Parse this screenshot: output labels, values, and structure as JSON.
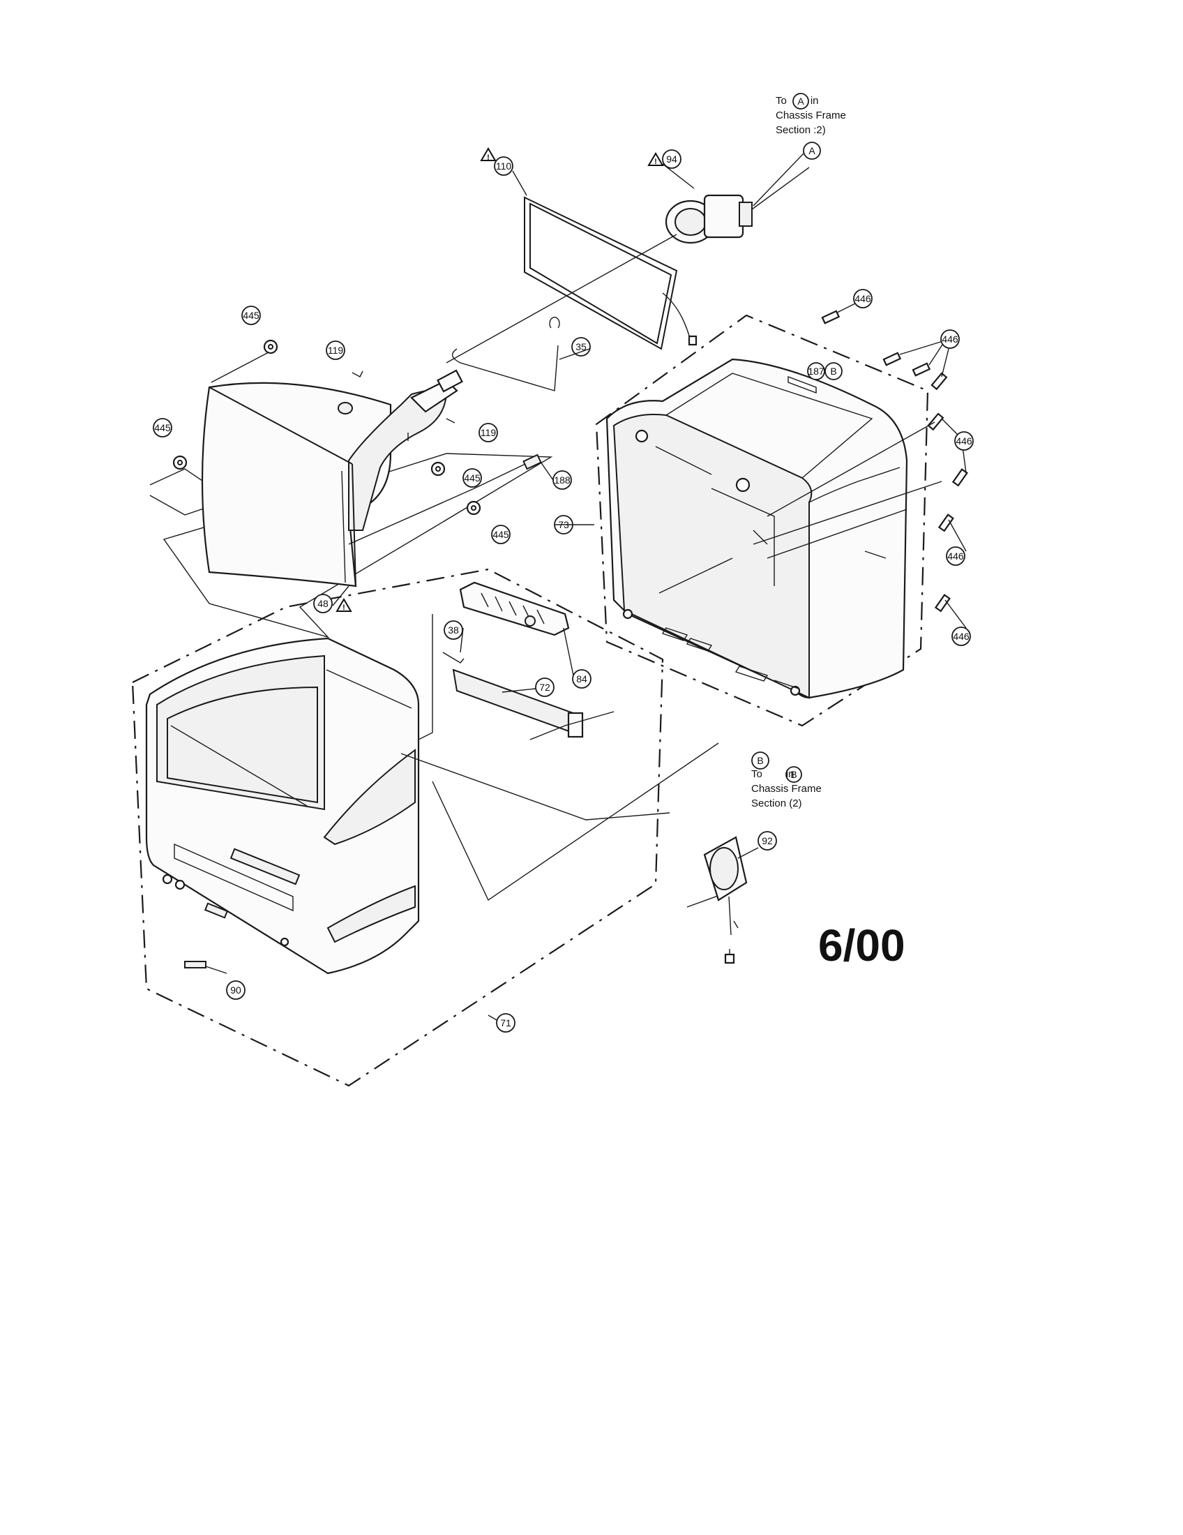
{
  "callouts": {
    "c110": "110",
    "c94": "94",
    "cA": "A",
    "c446a": "446",
    "c446b": "446",
    "c446c": "446",
    "c446d": "446",
    "c446e": "446",
    "c187": "187",
    "cB1": "B",
    "c445a": "445",
    "c445b": "445",
    "c445c": "445",
    "c445d": "445",
    "c119a": "119",
    "c119b": "119",
    "c35": "35",
    "c188": "188",
    "c73": "73",
    "c48": "48",
    "c38": "38",
    "c84": "84",
    "c72": "72",
    "cB2": "B",
    "c92": "92",
    "c90": "90",
    "c71": "71"
  },
  "note_a": {
    "line1_pre": "To",
    "letter": "A",
    "line1_post": "in",
    "line2": "Chassis Frame",
    "line3": "Section :2)"
  },
  "note_b": {
    "line1_pre": "To",
    "letter": "B",
    "line1_post": "in",
    "line2": "Chassis Frame",
    "line3": "Section (2)"
  },
  "date_code": "6/00",
  "warning_symbol": "warning-triangle-icon"
}
